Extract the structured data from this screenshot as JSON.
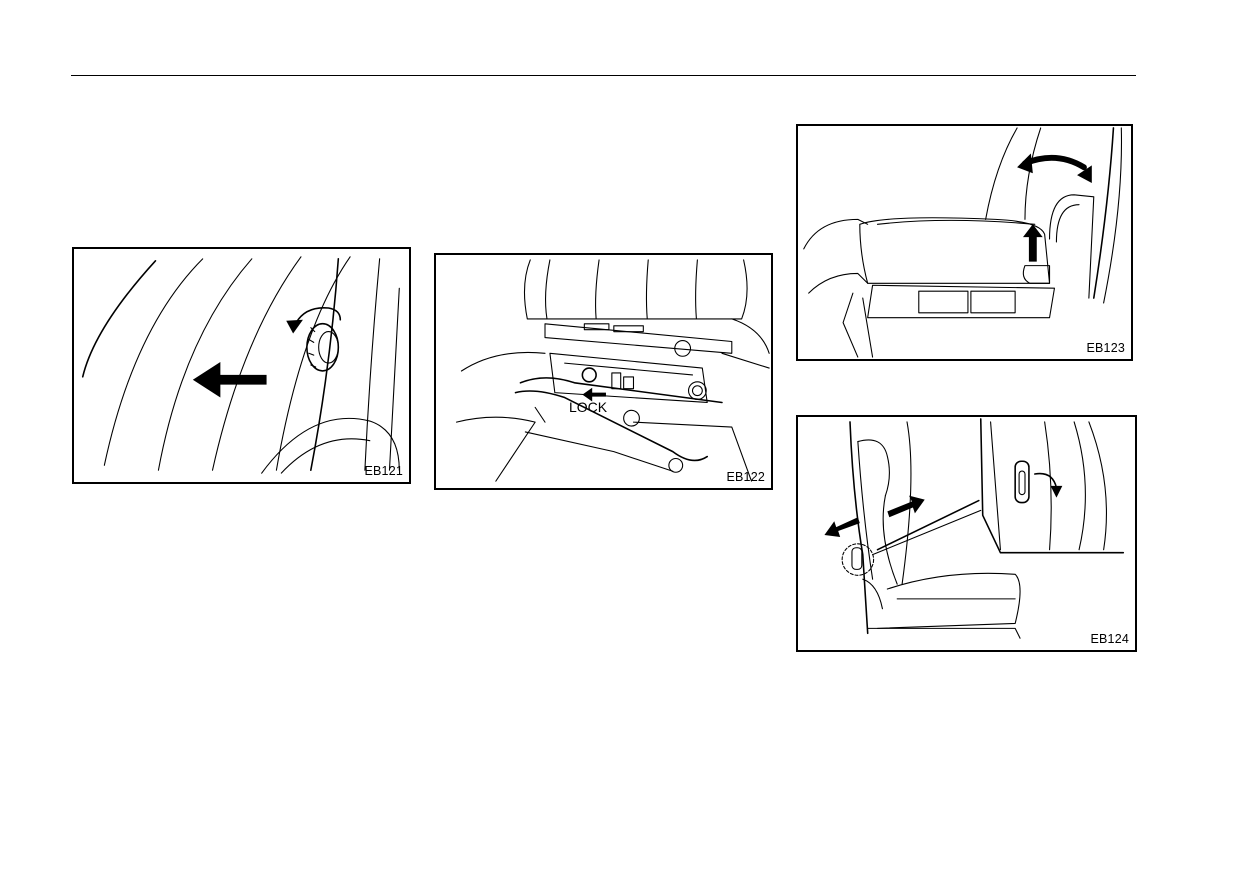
{
  "figures": [
    {
      "code": "EB121"
    },
    {
      "code": "EB122",
      "callout": "LOCK"
    },
    {
      "code": "EB123"
    },
    {
      "code": "EB124"
    }
  ]
}
